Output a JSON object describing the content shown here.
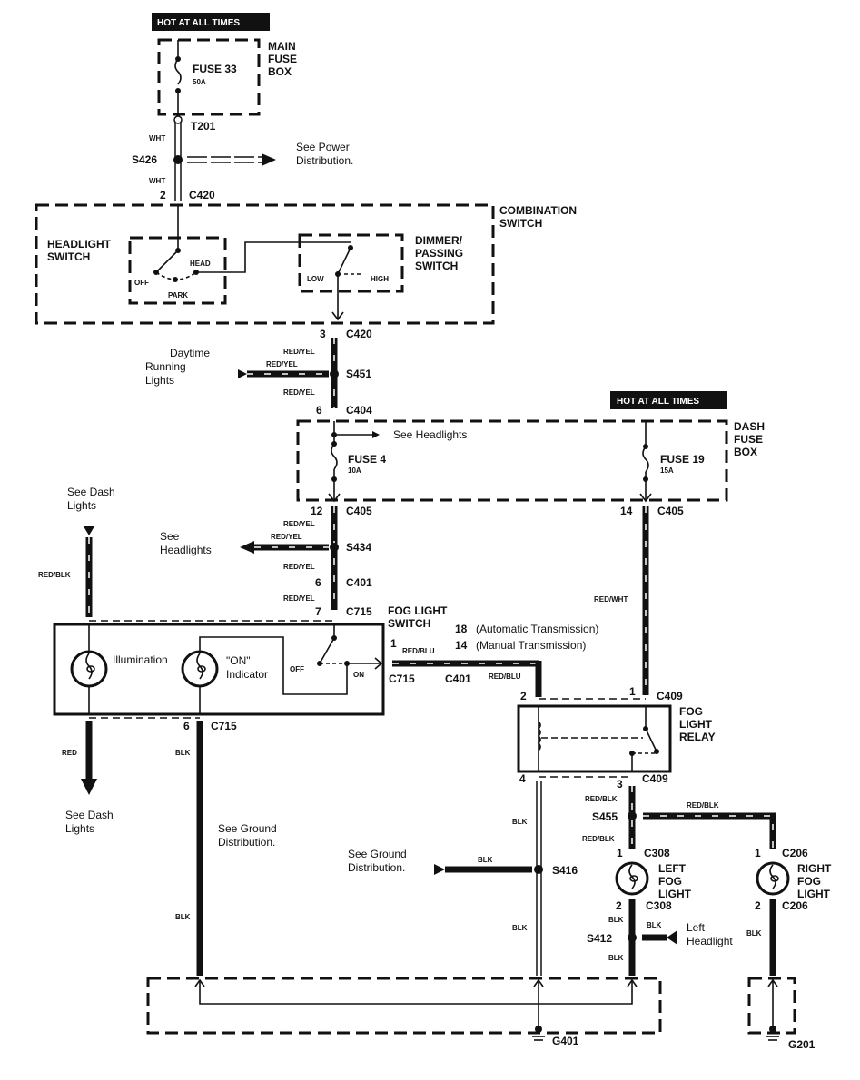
{
  "hot_labels": {
    "main": "HOT AT ALL TIMES",
    "dash": "HOT AT ALL TIMES"
  },
  "main_fuse_box": {
    "title_1": "MAIN",
    "title_2": "FUSE",
    "title_3": "BOX",
    "fuse": "FUSE 33",
    "rating": "50A",
    "terminal": "T201"
  },
  "wht_1": "WHT",
  "wht_2": "WHT",
  "s426": {
    "label": "S426",
    "note_1": "See Power",
    "note_2": "Distribution."
  },
  "c420_top": {
    "pin": "2",
    "label": "C420"
  },
  "combination_switch": {
    "title_1": "COMBINATION",
    "title_2": "SWITCH"
  },
  "headlight_switch": {
    "title_1": "HEADLIGHT",
    "title_2": "SWITCH",
    "off": "OFF",
    "park": "PARK",
    "head": "HEAD"
  },
  "dimmer_switch": {
    "title_1": "DIMMER/",
    "title_2": "PASSING",
    "title_3": "SWITCH",
    "low": "LOW",
    "high": "HIGH"
  },
  "c420_bottom": {
    "pin": "3",
    "label": "C420"
  },
  "s451": {
    "label": "S451",
    "wire_up": "RED/YEL",
    "wire_left": "RED/YEL",
    "wire_down": "RED/YEL",
    "note_1": "Daytime",
    "note_2": "Running",
    "note_3": "Lights"
  },
  "c404": {
    "pin": "6",
    "label": "C404"
  },
  "dash_fuse_box": {
    "title_1": "DASH",
    "title_2": "FUSE",
    "title_3": "BOX",
    "see_headlights": "See Headlights",
    "fuse4": "FUSE 4",
    "fuse4_rating": "10A",
    "fuse19": "FUSE 19",
    "fuse19_rating": "15A"
  },
  "c405_left": {
    "pin": "12",
    "label": "C405"
  },
  "c405_right": {
    "pin": "14",
    "label": "C405"
  },
  "s434": {
    "label": "S434",
    "wire_up": "RED/YEL",
    "wire_left": "RED/YEL",
    "wire_down": "RED/YEL",
    "note_1": "See",
    "note_2": "Headlights"
  },
  "c401_top": {
    "pin": "6",
    "label": "C401"
  },
  "wire_red_yel_c715": "RED/YEL",
  "c715_top": {
    "pin": "7",
    "label": "C715"
  },
  "see_dash_lights_top": {
    "line_1": "See Dash",
    "line_2": "Lights",
    "wire": "RED/BLK"
  },
  "fog_light_switch": {
    "title_1": "FOG LIGHT",
    "title_2": "SWITCH",
    "illumination": "Illumination",
    "on_indicator_1": "\"ON\"",
    "on_indicator_2": "Indicator",
    "off": "OFF",
    "on": "ON"
  },
  "c715_right": {
    "pin": "1",
    "label": "C715",
    "wire": "RED/BLU"
  },
  "c401_right": {
    "pin_auto": "18",
    "auto": "(Automatic Transmission)",
    "pin_manual": "14",
    "manual": "(Manual Transmission)",
    "label": "C401",
    "wire": "RED/BLU"
  },
  "red_wht": "RED/WHT",
  "c715_bottom": {
    "pin": "6",
    "label": "C715"
  },
  "see_dash_lights_bottom": {
    "wire": "RED",
    "line_1": "See Dash",
    "line_2": "Lights"
  },
  "ground_dist_left": {
    "wire_1": "BLK",
    "line_1": "See Ground",
    "line_2": "Distribution.",
    "wire_2": "BLK"
  },
  "fog_light_relay": {
    "title_1": "FOG",
    "title_2": "LIGHT",
    "title_3": "RELAY",
    "pin2": "2",
    "pin1": "1",
    "c409_top": "C409",
    "pin4": "4",
    "pin3": "3",
    "c409_bottom": "C409"
  },
  "s416": {
    "label": "S416",
    "wire_up": "BLK",
    "wire_left": "BLK",
    "wire_down": "BLK",
    "note_1": "See Ground",
    "note_2": "Distribution."
  },
  "s455": {
    "label": "S455",
    "wire_up": "RED/BLK",
    "wire_right": "RED/BLK",
    "wire_down": "RED/BLK"
  },
  "left_fog_light": {
    "pin1": "1",
    "c308_top": "C308",
    "title_1": "LEFT",
    "title_2": "FOG",
    "title_3": "LIGHT",
    "pin2": "2",
    "c308_bottom": "C308"
  },
  "right_fog_light": {
    "pin1": "1",
    "c206_top": "C206",
    "title_1": "RIGHT",
    "title_2": "FOG",
    "title_3": "LIGHT",
    "pin2": "2",
    "c206_bottom": "C206",
    "wire": "BLK"
  },
  "s412": {
    "label": "S412",
    "wire_up": "BLK",
    "wire_right": "BLK",
    "wire_down": "BLK",
    "note_1": "Left",
    "note_2": "Headlight"
  },
  "grounds": {
    "g401": "G401",
    "g201": "G201"
  }
}
